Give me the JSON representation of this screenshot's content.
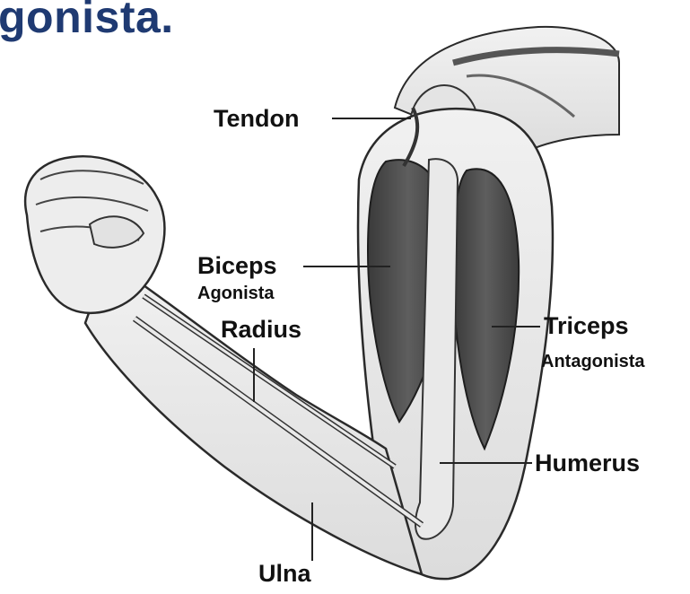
{
  "heading": "gonista.",
  "labels": {
    "tendon": "Tendon",
    "biceps": "Biceps",
    "biceps_role": "Agonista",
    "radius": "Radius",
    "triceps": "Triceps",
    "triceps_role": "Antagonista",
    "humerus": "Humerus",
    "ulna": "Ulna"
  },
  "colors": {
    "heading": "#1f3a72",
    "label_text": "#111111",
    "muscle": "#4a4a4a",
    "skin": "#ececec",
    "outline": "#2a2a2a"
  }
}
